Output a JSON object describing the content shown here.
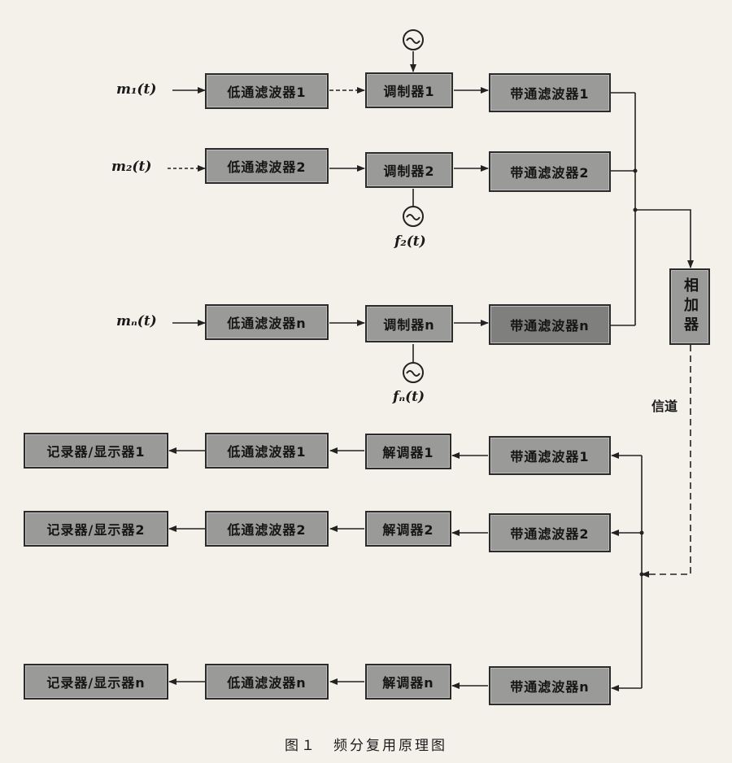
{
  "inputs": {
    "m1": "m₁(t)",
    "m2": "m₂(t)",
    "mn": "mₙ(t)"
  },
  "tx": {
    "row1": {
      "lpf": "低通滤波器1",
      "mod": "调制器1",
      "bpf": "带通滤波器1"
    },
    "row2": {
      "lpf": "低通滤波器2",
      "mod": "调制器2",
      "bpf": "带通滤波器2"
    },
    "rown": {
      "lpf": "低通滤波器n",
      "mod": "调制器n",
      "bpf": "带通滤波器n"
    }
  },
  "carriers": {
    "f2": "f₂(t)",
    "fn": "fₙ(t)",
    "symbol": "~"
  },
  "adder": "相加器",
  "channel": "信道",
  "rx": {
    "row1": {
      "bpf": "带通滤波器1",
      "demod": "解调器1",
      "lpf": "低通滤波器1",
      "out": "记录器/显示器1"
    },
    "row2": {
      "bpf": "带通滤波器2",
      "demod": "解调器2",
      "lpf": "低通滤波器2",
      "out": "记录器/显示器2"
    },
    "rown": {
      "bpf": "带通滤波器n",
      "demod": "解调器n",
      "lpf": "低通滤波器n",
      "out": "记录器/显示器n"
    }
  },
  "caption": "图１　频分复用原理图"
}
